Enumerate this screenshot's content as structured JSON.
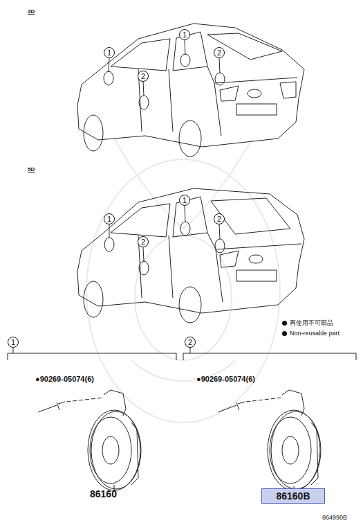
{
  "diagram": {
    "nodes": [
      {
        "text": [
          "1"
        ]
      },
      {
        "text": [
          "1"
        ]
      },
      {
        "text": [
          "2"
        ]
      },
      {
        "text": [
          "2"
        ]
      },
      {
        "text": [
          "1"
        ]
      },
      {
        "text": [
          "1"
        ]
      },
      {
        "text": [
          "2"
        ]
      },
      {
        "text": [
          "2"
        ]
      },
      {
        "text": [
          "1"
        ]
      },
      {
        "text": [
          "2"
        ]
      },
      {
        "text": [
          "86160B"
        ]
      }
    ],
    "labels": [
      "4D",
      "5D",
      "●90269-05074(6)",
      "86160",
      "●90269-05074(6)",
      "864990B"
    ],
    "legend": [
      {
        "text": "再使用不可部品"
      },
      {
        "text": "Non-reusable part"
      }
    ]
  }
}
